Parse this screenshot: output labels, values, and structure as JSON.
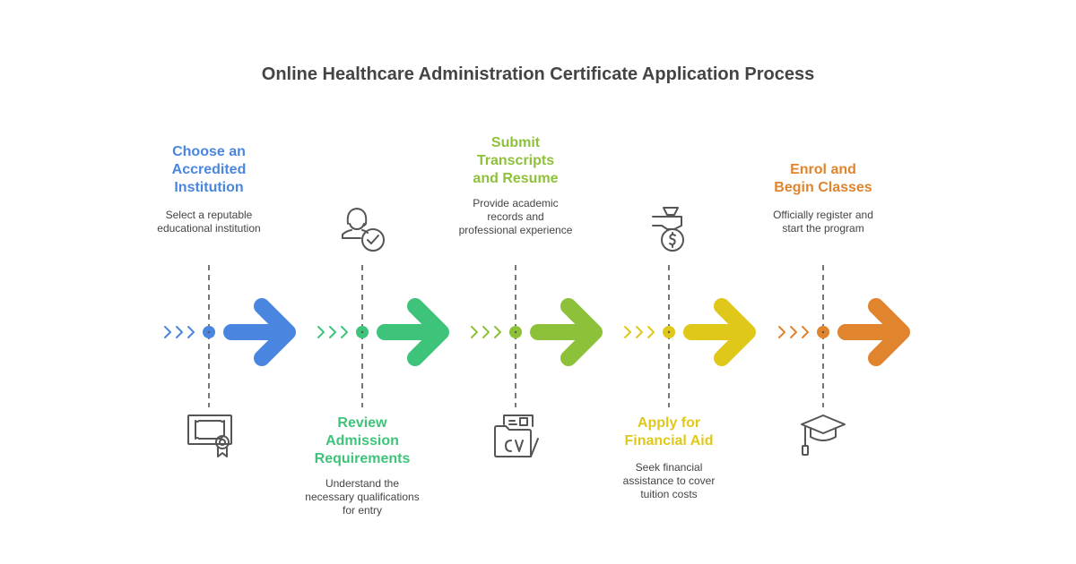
{
  "title": "Online Healthcare Administration Certificate Application Process",
  "steps": [
    {
      "title_lines": [
        "Choose an",
        "Accredited",
        "Institution"
      ],
      "title": "Choose an Accredited Institution",
      "description": "Select a reputable educational institution",
      "color": "#4a86e0",
      "icon": "certificate-icon",
      "label_position": "top"
    },
    {
      "title_lines": [
        "Review",
        "Admission",
        "Requirements"
      ],
      "title": "Review Admission Requirements",
      "description": "Understand the necessary qualifications for entry",
      "color": "#3ec47a",
      "icon": "user-check-icon",
      "label_position": "bottom"
    },
    {
      "title_lines": [
        "Submit",
        "Transcripts",
        "and Resume"
      ],
      "title": "Submit Transcripts and Resume",
      "description": "Provide academic records and professional experience",
      "color": "#8ec13a",
      "icon": "cv-folder-icon",
      "label_position": "top"
    },
    {
      "title_lines": [
        "Apply for",
        "Financial Aid"
      ],
      "title": "Apply for Financial Aid",
      "description": "Seek financial assistance to cover tuition costs",
      "color": "#e0c81a",
      "icon": "money-bag-icon",
      "label_position": "bottom"
    },
    {
      "title_lines": [
        "Enrol and",
        "Begin Classes"
      ],
      "title": "Enrol and Begin Classes",
      "description": "Officially register and start the program",
      "color": "#e0842e",
      "icon": "graduation-cap-icon",
      "label_position": "top"
    }
  ]
}
